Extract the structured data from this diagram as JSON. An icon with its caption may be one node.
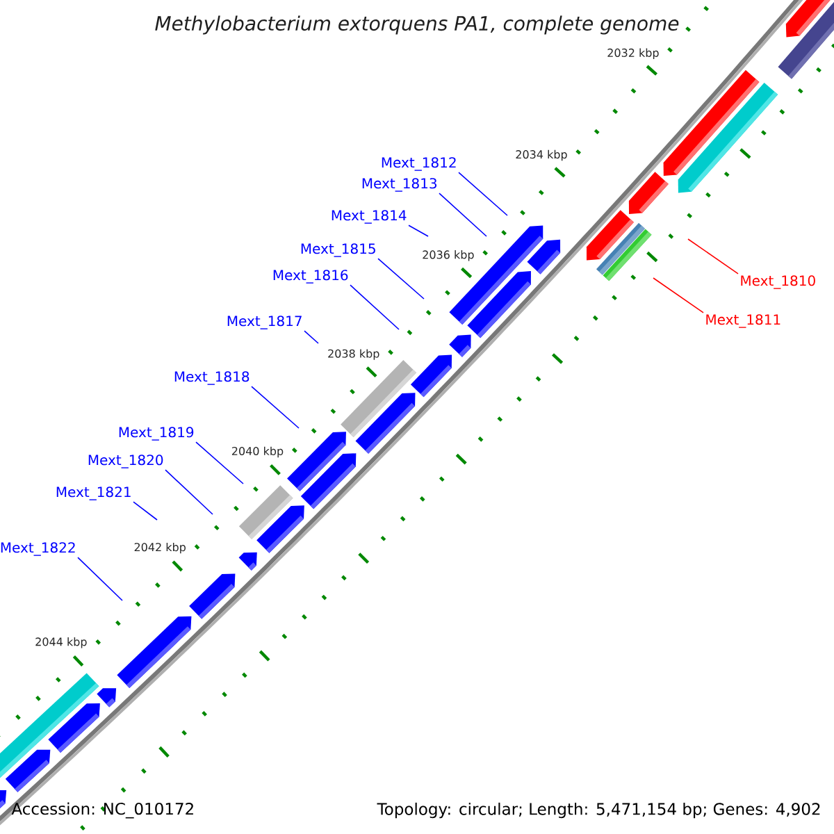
{
  "diagram": {
    "nodes": [
      {
        "text": [
          "Mext_1812"
        ]
      },
      {
        "text": [
          "Mext_1813"
        ]
      },
      {
        "text": [
          "Mext_1814"
        ]
      },
      {
        "text": [
          "Mext_1815"
        ]
      },
      {
        "text": [
          "Mext_1816"
        ]
      },
      {
        "text": [
          "Mext_1810"
        ]
      },
      {
        "text": [
          "Mext_1811"
        ]
      },
      {
        "text": [
          "Mext_1817"
        ]
      },
      {
        "text": [
          "Mext_1818"
        ]
      },
      {
        "text": [
          "Mext_1819"
        ]
      },
      {
        "text": [
          "Mext_1820"
        ]
      },
      {
        "text": [
          "Mext_1821"
        ]
      },
      {
        "text": [
          "Mext_1822"
        ]
      }
    ],
    "edges": [
      {
        "from": 0,
        "to": null,
        "arrow": "none"
      },
      {
        "from": 1,
        "to": null,
        "arrow": "none"
      },
      {
        "from": 2,
        "to": null,
        "arrow": "none"
      },
      {
        "from": 3,
        "to": null,
        "arrow": "none"
      },
      {
        "from": 4,
        "to": null,
        "arrow": "none"
      },
      {
        "from": 5,
        "to": null,
        "arrow": "none",
        "color": "#ff0000"
      },
      {
        "from": 6,
        "to": null,
        "arrow": "none",
        "color": "#ff0000"
      },
      {
        "from": 7,
        "to": null,
        "arrow": "none"
      },
      {
        "from": 8,
        "to": null,
        "arrow": "none"
      },
      {
        "from": 9,
        "to": null,
        "arrow": "none"
      },
      {
        "from": 10,
        "to": null,
        "arrow": "none"
      },
      {
        "from": 11,
        "to": null,
        "arrow": "none"
      },
      {
        "from": 12,
        "to": null,
        "arrow": "none"
      }
    ],
    "labels": [
      "Methylobacterium extorquens PA1, complete genome",
      "2032 kbp",
      "2034 kbp",
      "2036 kbp",
      "2038 kbp",
      "2040 kbp",
      "2042 kbp",
      "2044 kbp",
      "Accession: NC_010172",
      "Topology: circular; Length: 5,471,154 bp; Genes: 4,902"
    ]
  }
}
